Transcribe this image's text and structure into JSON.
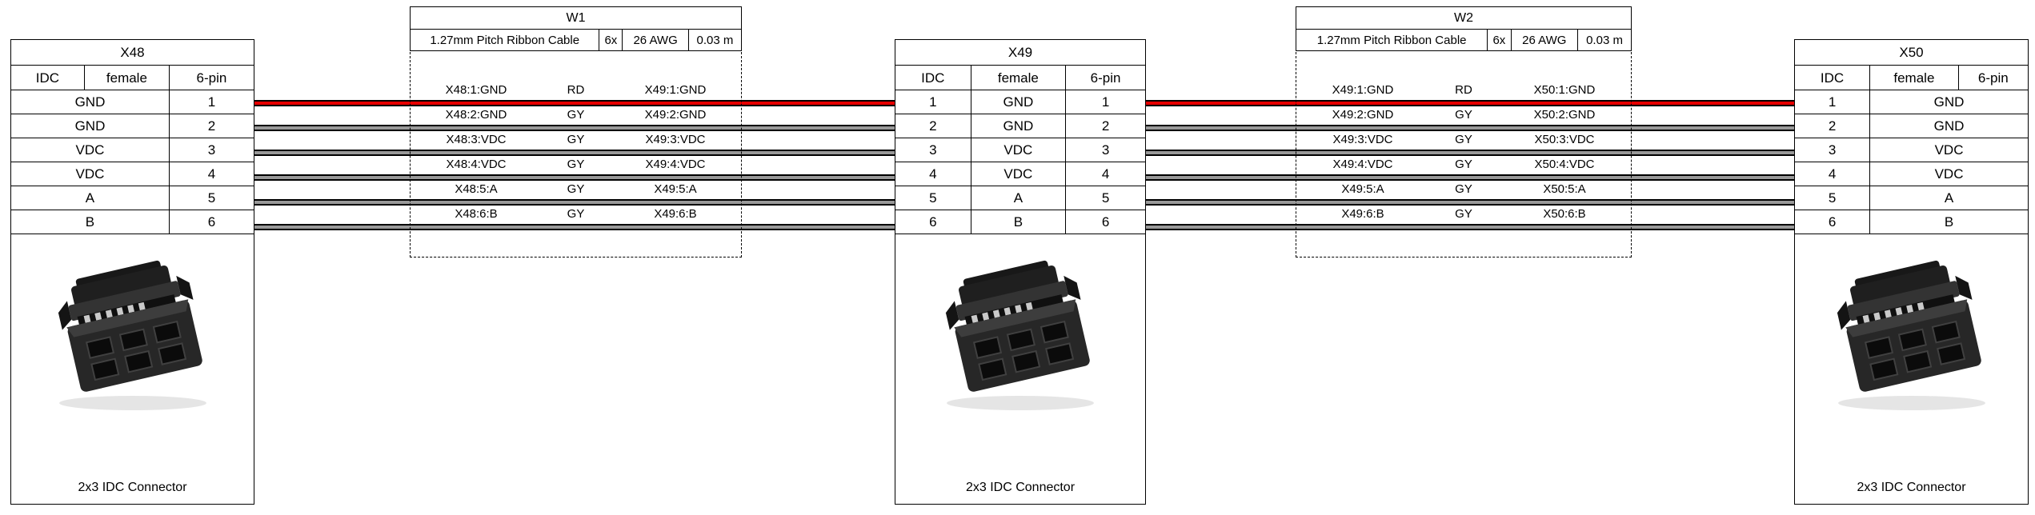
{
  "connectors": [
    {
      "id": "X48",
      "header": {
        "type": "IDC",
        "gender": "female",
        "pincount": "6-pin"
      },
      "pins": [
        {
          "name": "GND",
          "pin": "1"
        },
        {
          "name": "GND",
          "pin": "2"
        },
        {
          "name": "VDC",
          "pin": "3"
        },
        {
          "name": "VDC",
          "pin": "4"
        },
        {
          "name": "A",
          "pin": "5"
        },
        {
          "name": "B",
          "pin": "6"
        }
      ],
      "caption": "2x3 IDC Connector"
    },
    {
      "id": "X49",
      "header": {
        "type": "IDC",
        "gender": "female",
        "pincount": "6-pin"
      },
      "pins": [
        {
          "name": "GND",
          "pin": "1"
        },
        {
          "name": "GND",
          "pin": "2"
        },
        {
          "name": "VDC",
          "pin": "3"
        },
        {
          "name": "VDC",
          "pin": "4"
        },
        {
          "name": "A",
          "pin": "5"
        },
        {
          "name": "B",
          "pin": "6"
        }
      ],
      "caption": "2x3 IDC Connector"
    },
    {
      "id": "X50",
      "header": {
        "type": "IDC",
        "gender": "female",
        "pincount": "6-pin"
      },
      "pins": [
        {
          "name": "GND",
          "pin": "1"
        },
        {
          "name": "GND",
          "pin": "2"
        },
        {
          "name": "VDC",
          "pin": "3"
        },
        {
          "name": "VDC",
          "pin": "4"
        },
        {
          "name": "A",
          "pin": "5"
        },
        {
          "name": "B",
          "pin": "6"
        }
      ],
      "caption": "2x3 IDC Connector"
    }
  ],
  "cables": [
    {
      "id": "W1",
      "spec": {
        "type": "1.27mm Pitch Ribbon Cable",
        "count": "6x",
        "gauge": "26 AWG",
        "length": "0.03 m"
      },
      "wires": [
        {
          "from": "X48:1:GND",
          "code": "RD",
          "to": "X49:1:GND",
          "color": "#e60000"
        },
        {
          "from": "X48:2:GND",
          "code": "GY",
          "to": "X49:2:GND",
          "color": "#999999"
        },
        {
          "from": "X48:3:VDC",
          "code": "GY",
          "to": "X49:3:VDC",
          "color": "#999999"
        },
        {
          "from": "X48:4:VDC",
          "code": "GY",
          "to": "X49:4:VDC",
          "color": "#999999"
        },
        {
          "from": "X48:5:A",
          "code": "GY",
          "to": "X49:5:A",
          "color": "#999999"
        },
        {
          "from": "X48:6:B",
          "code": "GY",
          "to": "X49:6:B",
          "color": "#999999"
        }
      ]
    },
    {
      "id": "W2",
      "spec": {
        "type": "1.27mm Pitch Ribbon Cable",
        "count": "6x",
        "gauge": "26 AWG",
        "length": "0.03 m"
      },
      "wires": [
        {
          "from": "X49:1:GND",
          "code": "RD",
          "to": "X50:1:GND",
          "color": "#e60000"
        },
        {
          "from": "X49:2:GND",
          "code": "GY",
          "to": "X50:2:GND",
          "color": "#999999"
        },
        {
          "from": "X49:3:VDC",
          "code": "GY",
          "to": "X50:3:VDC",
          "color": "#999999"
        },
        {
          "from": "X49:4:VDC",
          "code": "GY",
          "to": "X50:4:VDC",
          "color": "#999999"
        },
        {
          "from": "X49:5:A",
          "code": "GY",
          "to": "X50:5:A",
          "color": "#999999"
        },
        {
          "from": "X49:6:B",
          "code": "GY",
          "to": "X50:6:B",
          "color": "#999999"
        }
      ]
    }
  ],
  "colors": {
    "wire_red": "#e60000",
    "wire_gray": "#999999",
    "wire_edge": "#000000",
    "border": "#000000"
  }
}
